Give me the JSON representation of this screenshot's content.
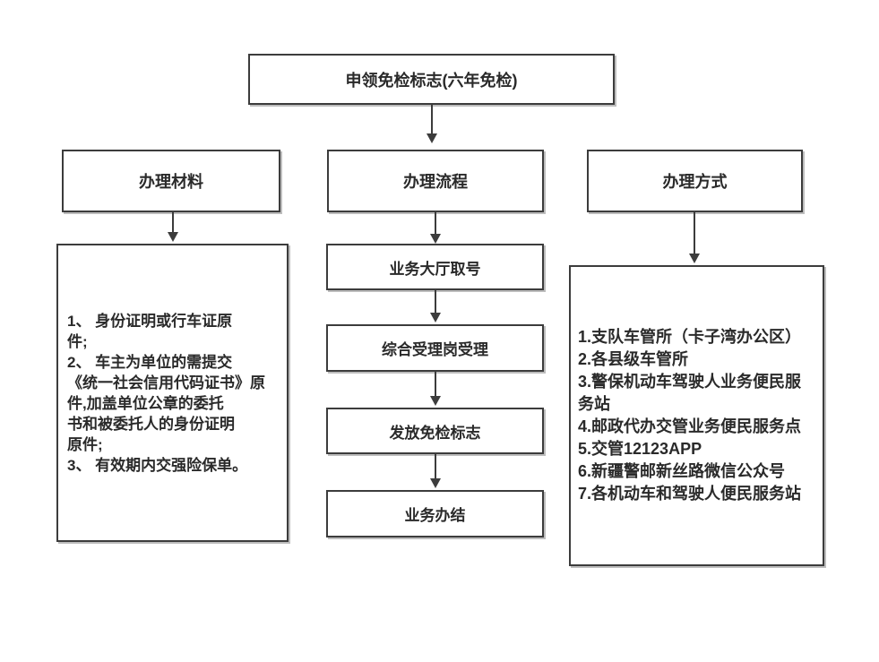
{
  "title": {
    "label": "申领免检标志(六年免检)"
  },
  "columns": {
    "materials": {
      "header": "办理材料",
      "content": "1、 身份证明或行车证原\n件;\n2、 车主为单位的需提交\n《统一社会信用代码证书》原\n件,加盖单位公章的委托\n书和被委托人的身份证明\n原件;\n3、 有效期内交强险保单。"
    },
    "process": {
      "header": "办理流程",
      "steps": [
        "业务大厅取号",
        "综合受理岗受理",
        "发放免检标志",
        "业务办结"
      ]
    },
    "methods": {
      "header": "办理方式",
      "content": "1.支队车管所（卡子湾办公区）\n2.各县级车管所\n3.警保机动车驾驶人业务便民服\n务站\n4.邮政代办交管业务便民服务点\n5.交管12123APP\n6.新疆警邮新丝路微信公众号\n7.各机动车和驾驶人便民服务站"
    }
  },
  "colors": {
    "background": "#ffffff",
    "border": "#3c3c3c",
    "text": "#2a2a2a",
    "shadow": "#bdbdbd"
  }
}
